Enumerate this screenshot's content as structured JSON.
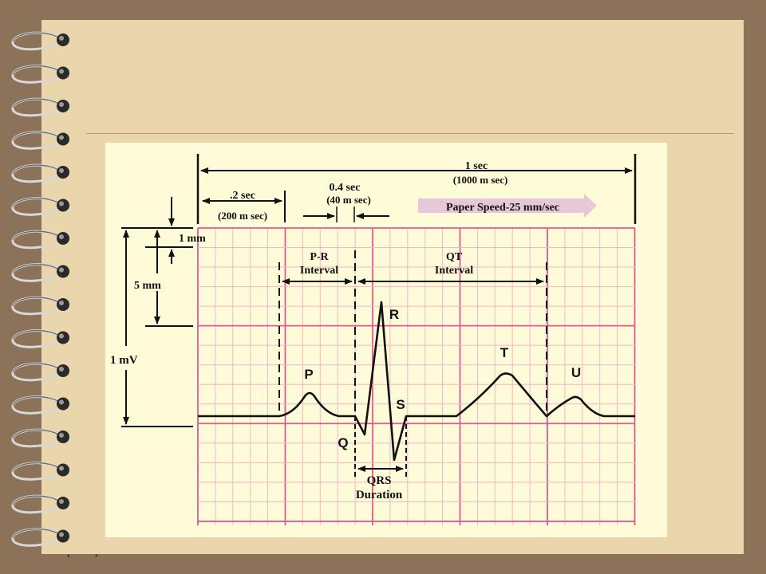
{
  "diagram": {
    "labels": {
      "one_sec": "1 sec",
      "one_sec_ms": "(1000 m sec)",
      "point2_sec": ".2 sec",
      "point2_sec_ms": "(200 m sec)",
      "point04_sec": "0.4 sec",
      "point04_sec_ms": "(40 m sec)",
      "paper_speed": "Paper Speed-25 mm/sec",
      "one_mm": "1 mm",
      "five_mm": "5 mm",
      "one_mv": "1 mV",
      "pr_interval_1": "P-R",
      "pr_interval_2": "Interval",
      "qt_interval_1": "QT",
      "qt_interval_2": "Interval",
      "qrs_1": "QRS",
      "qrs_2": "Duration"
    },
    "waves": {
      "p": "P",
      "q": "Q",
      "r": "R",
      "s": "S",
      "t": "T",
      "u": "U"
    },
    "colors": {
      "grid_fine": "#f4b6c8",
      "grid_major": "#e05a92",
      "trace": "#111111",
      "paper": "#fdfbd8",
      "paper_speed_arrow": "#e6c8d8"
    }
  },
  "footer": {
    "marks": ", ,"
  }
}
